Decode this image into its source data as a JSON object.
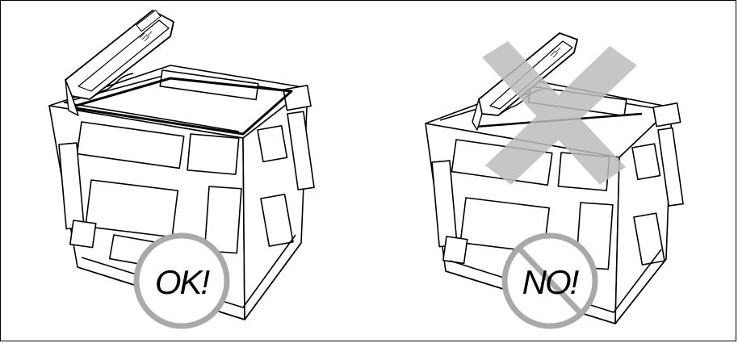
{
  "panels": {
    "ok": {
      "badge_label": "OK!"
    },
    "no": {
      "badge_label": "NO!"
    }
  },
  "colors": {
    "line": "#000000",
    "badge_ring": "#a9a9a9",
    "cross": "#bdbdbd",
    "background": "#ffffff"
  },
  "icons": [
    "box-illustration",
    "utility-knife-icon",
    "ok-badge",
    "prohibited-badge",
    "cross-mark"
  ]
}
